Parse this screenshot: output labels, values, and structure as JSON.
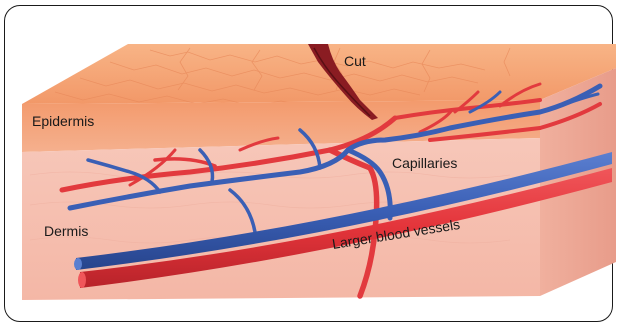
{
  "labels": {
    "cut": "Cut",
    "epidermis": "Epidermis",
    "capillaries": "Capillaries",
    "dermis": "Dermis",
    "larger_vessels": "Larger blood vessels"
  },
  "colors": {
    "epidermis_top": "#f4a172",
    "epidermis_front": "#f29a6e",
    "dermis": "#f6c3b6",
    "dermis_side": "#eea89a",
    "artery": "#e43b3f",
    "vein": "#3a5fb5",
    "cut": "#8a1c22"
  }
}
